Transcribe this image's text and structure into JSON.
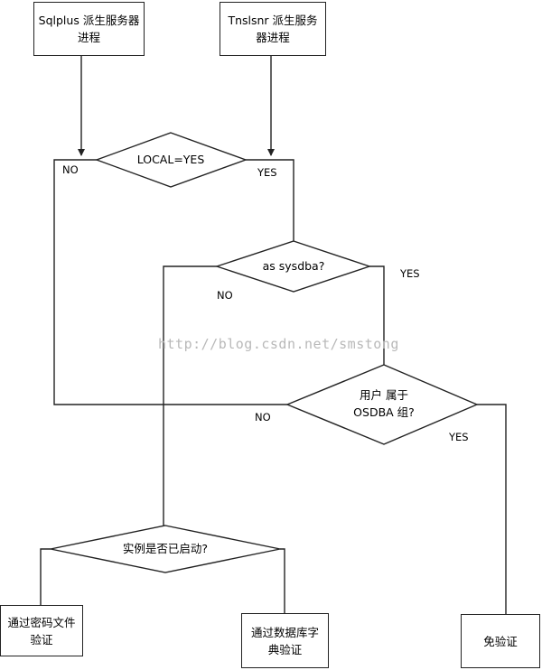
{
  "nodes": {
    "sqlplus": "Sqlplus 派生服务器进程",
    "tnslsnr": "Tnslsnr 派生服务器进程",
    "local": "LOCAL=YES",
    "sysdba": "as sysdba?",
    "osdba_line1": "用户 属于",
    "osdba_line2": "OSDBA 组?",
    "instance": "实例是否已启动?",
    "passwordfile": "通过密码文件验证",
    "dictionary": "通过数据库字典验证",
    "noauth": "免验证"
  },
  "labels": {
    "local_no": "NO",
    "local_yes": "YES",
    "sysdba_no": "NO",
    "sysdba_yes": "YES",
    "osdba_no": "NO",
    "osdba_yes": "YES"
  },
  "watermark": "http://blog.csdn.net/smstong"
}
